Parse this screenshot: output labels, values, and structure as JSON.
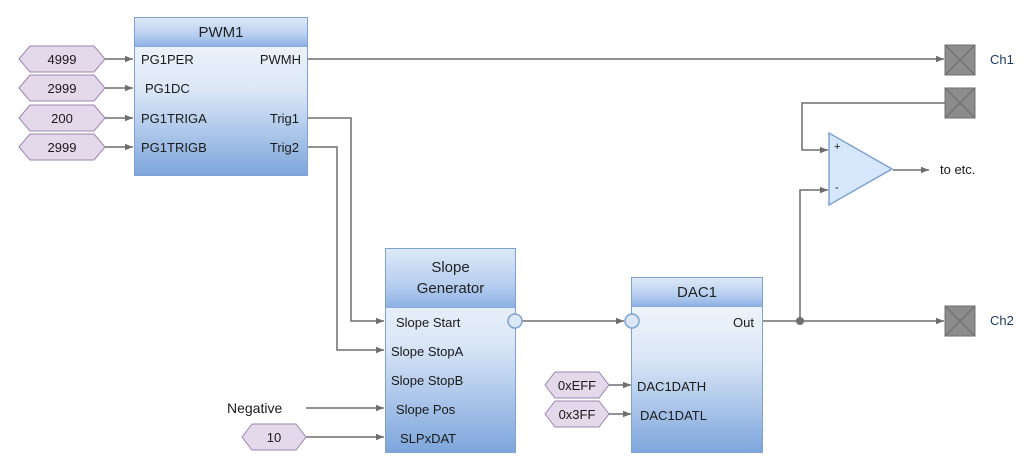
{
  "colors": {
    "wire": "#6e6e6e",
    "hex_fill": "#e4d9ea",
    "hex_stroke": "#9b84b0",
    "block_border": "#7fa3d1",
    "comparator_fill": "#d6e6fb",
    "comparator_stroke": "#7fa3d1",
    "probe_fill": "#8c8c8c"
  },
  "pwm1": {
    "title": "PWM1",
    "inputs": [
      "PG1PER",
      "PG1DC",
      "PG1TRIGA",
      "PG1TRIGB"
    ],
    "outputs": [
      "PWMH",
      "Trig1",
      "Trig2"
    ],
    "input_values": [
      "4999",
      "2999",
      "200",
      "2999"
    ]
  },
  "slope": {
    "title_line1": "Slope",
    "title_line2": "Generator",
    "inputs": [
      "Slope Start",
      "Slope StopA",
      "Slope StopB",
      "Slope Pos",
      "SLPxDAT"
    ],
    "pos_source": "Negative",
    "dat_value": "10"
  },
  "dac1": {
    "title": "DAC1",
    "output": "Out",
    "inputs": [
      "DAC1DATH",
      "DAC1DATL"
    ],
    "input_values": [
      "0xEFF",
      "0x3FF"
    ]
  },
  "comparator": {
    "plus": "+",
    "minus": "-",
    "output_label": "to etc."
  },
  "probes": {
    "ch1": "Ch1",
    "ch2": "Ch2"
  }
}
